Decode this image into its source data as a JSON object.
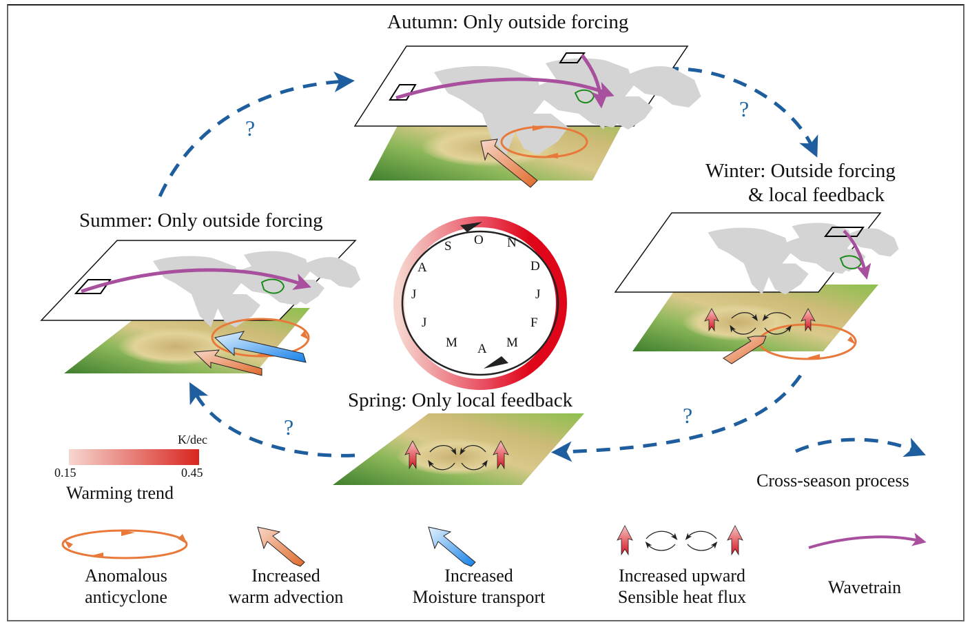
{
  "seasons": {
    "autumn": {
      "title": "Autumn: Only outside forcing"
    },
    "winter": {
      "title_line1": "Winter: Outside forcing",
      "title_line2": "& local feedback"
    },
    "summer": {
      "title": "Summer: Only outside forcing"
    },
    "spring": {
      "title": "Spring: Only local feedback"
    }
  },
  "cycle": {
    "months": [
      "O",
      "N",
      "D",
      "J",
      "F",
      "M",
      "A",
      "M",
      "J",
      "J",
      "A",
      "S"
    ]
  },
  "cross_season": {
    "question_mark": "?"
  },
  "colorbar": {
    "unit": "K/dec",
    "min_label": "0.15",
    "max_label": "0.45",
    "min_value": 0.15,
    "max_value": 0.45,
    "title": "Warming trend",
    "color_low": "#f6d6cf",
    "color_high": "#d8261f"
  },
  "legend": {
    "cross_season_process": "Cross-season process",
    "anticyclone_line1": "Anomalous",
    "anticyclone_line2": "anticyclone",
    "warm_line1": "Increased",
    "warm_line2": "warm advection",
    "moisture_line1": "Increased",
    "moisture_line2": "Moisture transport",
    "heat_line1": "Increased upward",
    "heat_line2": "Sensible heat flux",
    "wavetrain": "Wavetrain"
  },
  "colors": {
    "cross_season_arrow": "#1e5e9e",
    "wavetrain": "#a84f9e",
    "anticyclone": "#e8793a",
    "heat_flux": "#d8202a",
    "moisture": "#1e88e5",
    "basin_outline": "#1a8a1a",
    "land_gray": "#d4d4d4"
  }
}
